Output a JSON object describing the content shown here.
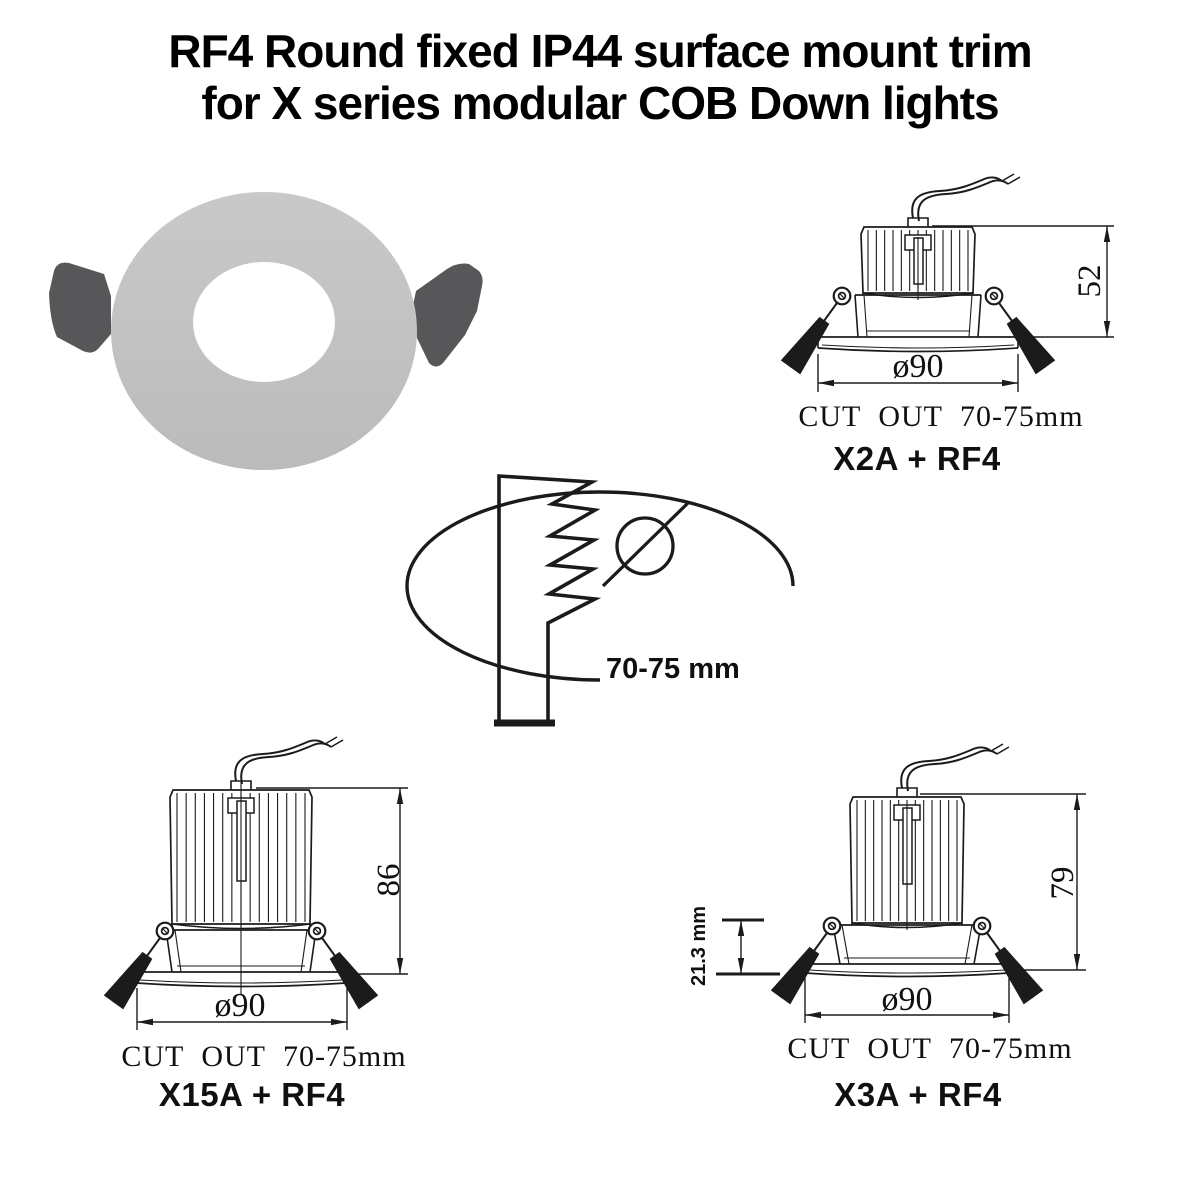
{
  "title": {
    "line1": "RF4 Round fixed IP44 surface mount trim",
    "line2": "for X series modular COB Down lights"
  },
  "cross_section": {
    "cutout_range_label": "70-75 mm"
  },
  "fixtures": [
    {
      "model_label": "X2A + RF4",
      "height_mm": "52",
      "diameter_label": "ø90",
      "cutout_label": "CUT OUT 70-75mm"
    },
    {
      "model_label": "X15A + RF4",
      "height_mm": "86",
      "diameter_label": "ø90",
      "cutout_label": "CUT OUT 70-75mm"
    },
    {
      "model_label": "X3A + RF4",
      "height_mm": "79",
      "diameter_label": "ø90",
      "cutout_label": "CUT OUT 70-75mm",
      "protrusion_label": "21.3 mm"
    }
  ],
  "colors": {
    "line": "#1b1b1b",
    "trim_ring_gray": "#c3c3c3",
    "clip_gray": "#57575a",
    "background": "#ffffff"
  }
}
